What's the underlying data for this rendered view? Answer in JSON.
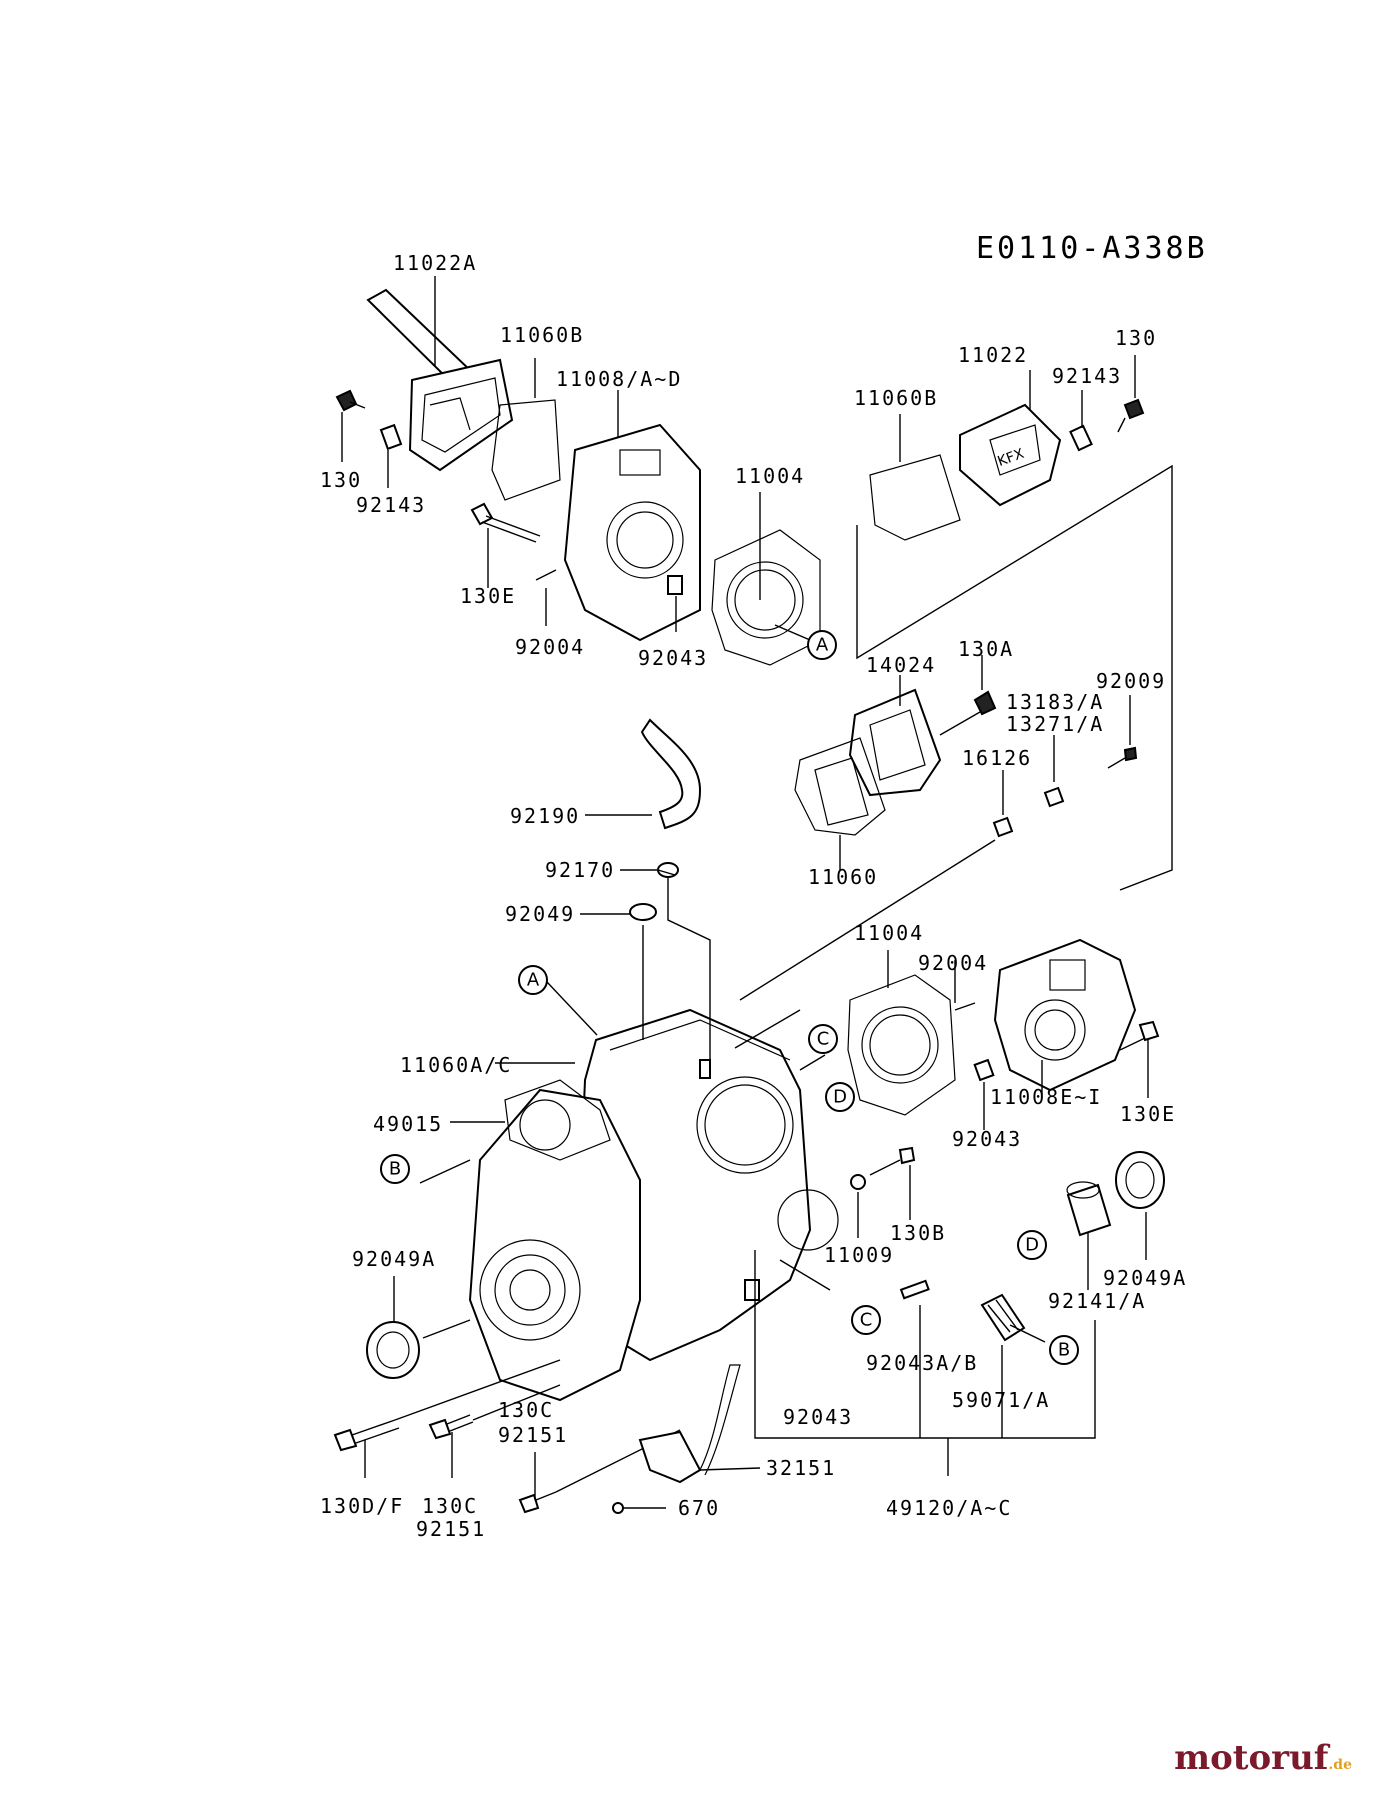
{
  "diagram_code": "E0110-A338B",
  "labels": {
    "p11022A": "11022A",
    "p11060B_l": "11060B",
    "p11008AD": "11008/A~D",
    "p130_l": "130",
    "p92143_l": "92143",
    "p130E_l": "130E",
    "p92004_l": "92004",
    "p92043_t": "92043",
    "p11004_t": "11004",
    "p11022": "11022",
    "p130_r": "130",
    "p92143_r": "92143",
    "p11060B_r": "11060B",
    "p14024": "14024",
    "p130A": "130A",
    "p92009": "92009",
    "p13183A": "13183/A",
    "p13271A": "13271/A",
    "p16126": "16126",
    "p92190": "92190",
    "p11060": "11060",
    "p92170": "92170",
    "p92049": "92049",
    "p11004_m": "11004",
    "p92004_m": "92004",
    "p11060AC": "11060A/C",
    "p49015": "49015",
    "p11008EI": "11008E~I",
    "p130E_r": "130E",
    "p92043_m": "92043",
    "p130B": "130B",
    "p11009": "11009",
    "p92049A_l": "92049A",
    "p92049A_r": "92049A",
    "p92141A": "92141/A",
    "p92043AB": "92043A/B",
    "p59071A": "59071/A",
    "p92043_b": "92043",
    "p130C_a": "130C",
    "p92151_a": "92151",
    "p130DF": "130D/F",
    "p130C_b": "130C",
    "p92151_b": "92151",
    "p32151": "32151",
    "p670": "670",
    "p49120AC": "49120/A~C"
  },
  "refs": {
    "A1": "A",
    "A2": "A",
    "B1": "B",
    "B2": "B",
    "C1": "C",
    "C2": "C",
    "D1": "D",
    "D2": "D"
  },
  "watermark": {
    "brand": "motoruf",
    "suffix": ".de"
  }
}
